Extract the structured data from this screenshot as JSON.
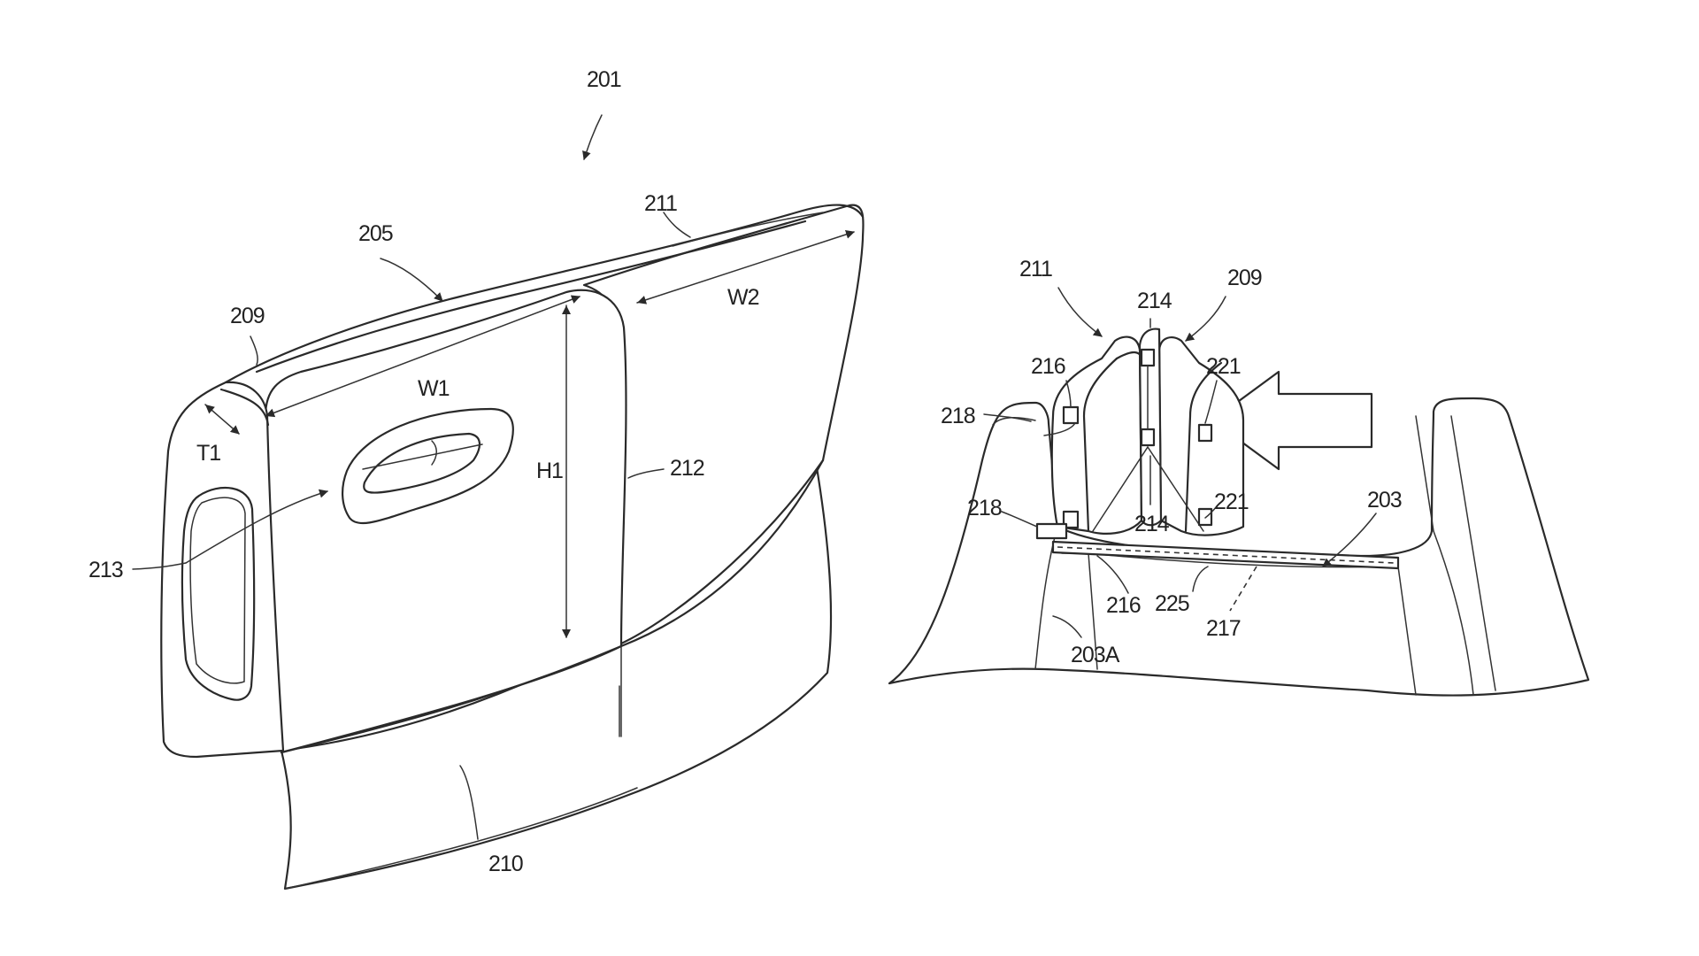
{
  "figure": {
    "labels": {
      "l201": "201",
      "l205": "205",
      "l211a": "211",
      "l209a": "209",
      "lW1": "W1",
      "lW2": "W2",
      "lT1": "T1",
      "lH1": "H1",
      "l212": "212",
      "l213": "213",
      "l210": "210",
      "l211b": "211",
      "l214a": "214",
      "l209b": "209",
      "l216a": "216",
      "l221a": "221",
      "l218a": "218",
      "l218b": "218",
      "l214b": "214",
      "l221b": "221",
      "l203": "203",
      "l216b": "216",
      "l225": "225",
      "l217": "217",
      "l203A": "203A"
    }
  }
}
